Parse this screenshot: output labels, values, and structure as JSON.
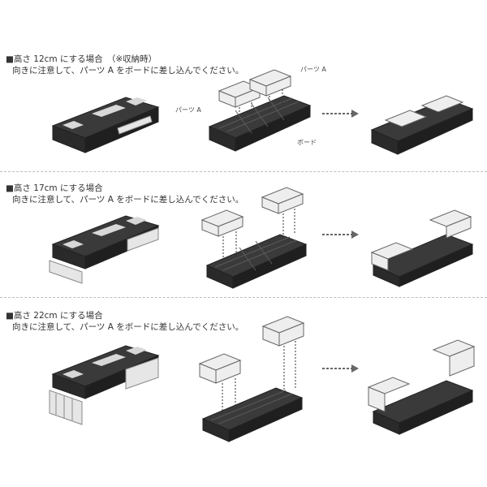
{
  "sections": [
    {
      "title": "■高さ 12cm にする場合　（※収納時）",
      "instruction": "向きに注意して、パーツ A をボードに差し込んでください。"
    },
    {
      "title": "■高さ 17cm にする場合",
      "instruction": "向きに注意して、パーツ A をボードに差し込んでください。"
    },
    {
      "title": "■高さ 22cm にする場合",
      "instruction": "向きに注意して、パーツ A をボードに差し込んでください。"
    }
  ],
  "callouts": {
    "part_a_top": "パーツ A",
    "part_a_left": "パーツ A",
    "board": "ボード"
  },
  "colors": {
    "board_top": "#3a3a3a",
    "board_side": "#2a2a2a",
    "board_rib": "#5a5a5a",
    "riser_light": "#e6e6e6",
    "riser_edge": "#8a8a8a",
    "pad": "#d8d8d8",
    "arrow": "#666666"
  }
}
